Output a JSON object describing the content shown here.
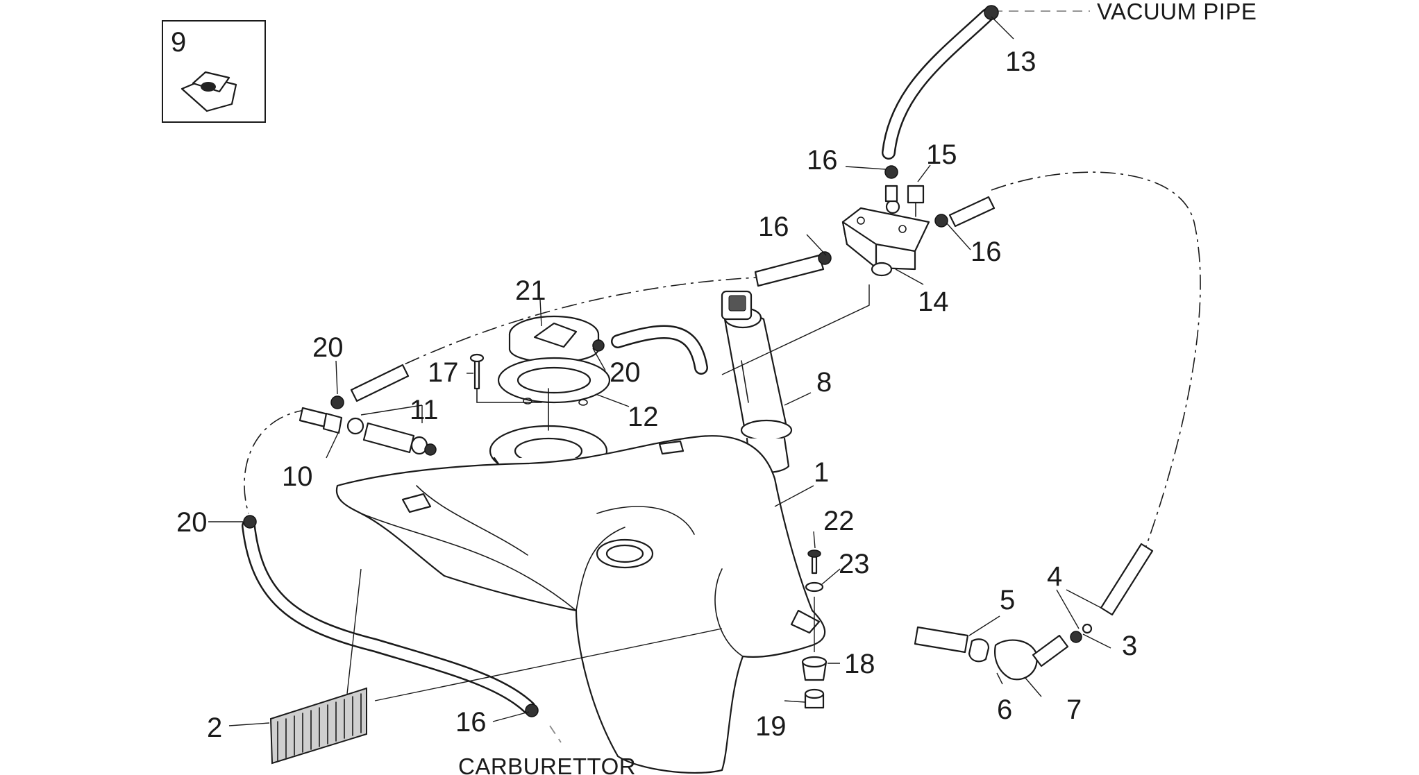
{
  "callouts": {
    "n1": "1",
    "n2": "2",
    "n3": "3",
    "n4": "4",
    "n5": "5",
    "n6": "6",
    "n7": "7",
    "n8": "8",
    "n9": "9",
    "n10": "10",
    "n11": "11",
    "n12": "12",
    "n13": "13",
    "n14": "14",
    "n15": "15",
    "n16": "16",
    "n17": "17",
    "n18": "18",
    "n19": "19",
    "n20": "20",
    "n21": "21",
    "n22": "22",
    "n23": "23"
  },
  "annotations": {
    "vacuum_pipe": "VACUUM PIPE",
    "carburettor": "CARBURETTOR"
  }
}
